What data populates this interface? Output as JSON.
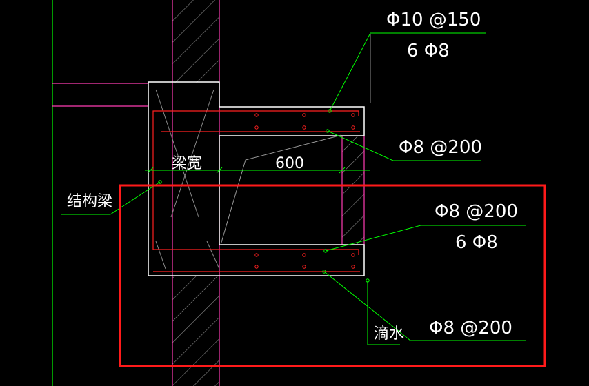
{
  "annotations": {
    "top_stirrup": "Φ10 @150",
    "top_bars": "6 Φ8",
    "mid_distribution": "Φ8 @200",
    "bottom_stirrup": "Φ8 @200",
    "bottom_bars": "6 Φ8",
    "bottom_distribution": "Φ8 @200",
    "beam_width": "梁宽",
    "width_dimension": "600",
    "structural_beam": "结构梁",
    "drip": "滴水"
  },
  "colors": {
    "background": "#000000",
    "outline": "#ffffff",
    "leader": "#00ff00",
    "rebar": "#ff2020",
    "wall": "#ff3cb4",
    "hatch": "#8a8a8a",
    "highlight": "#ff1a1a"
  }
}
